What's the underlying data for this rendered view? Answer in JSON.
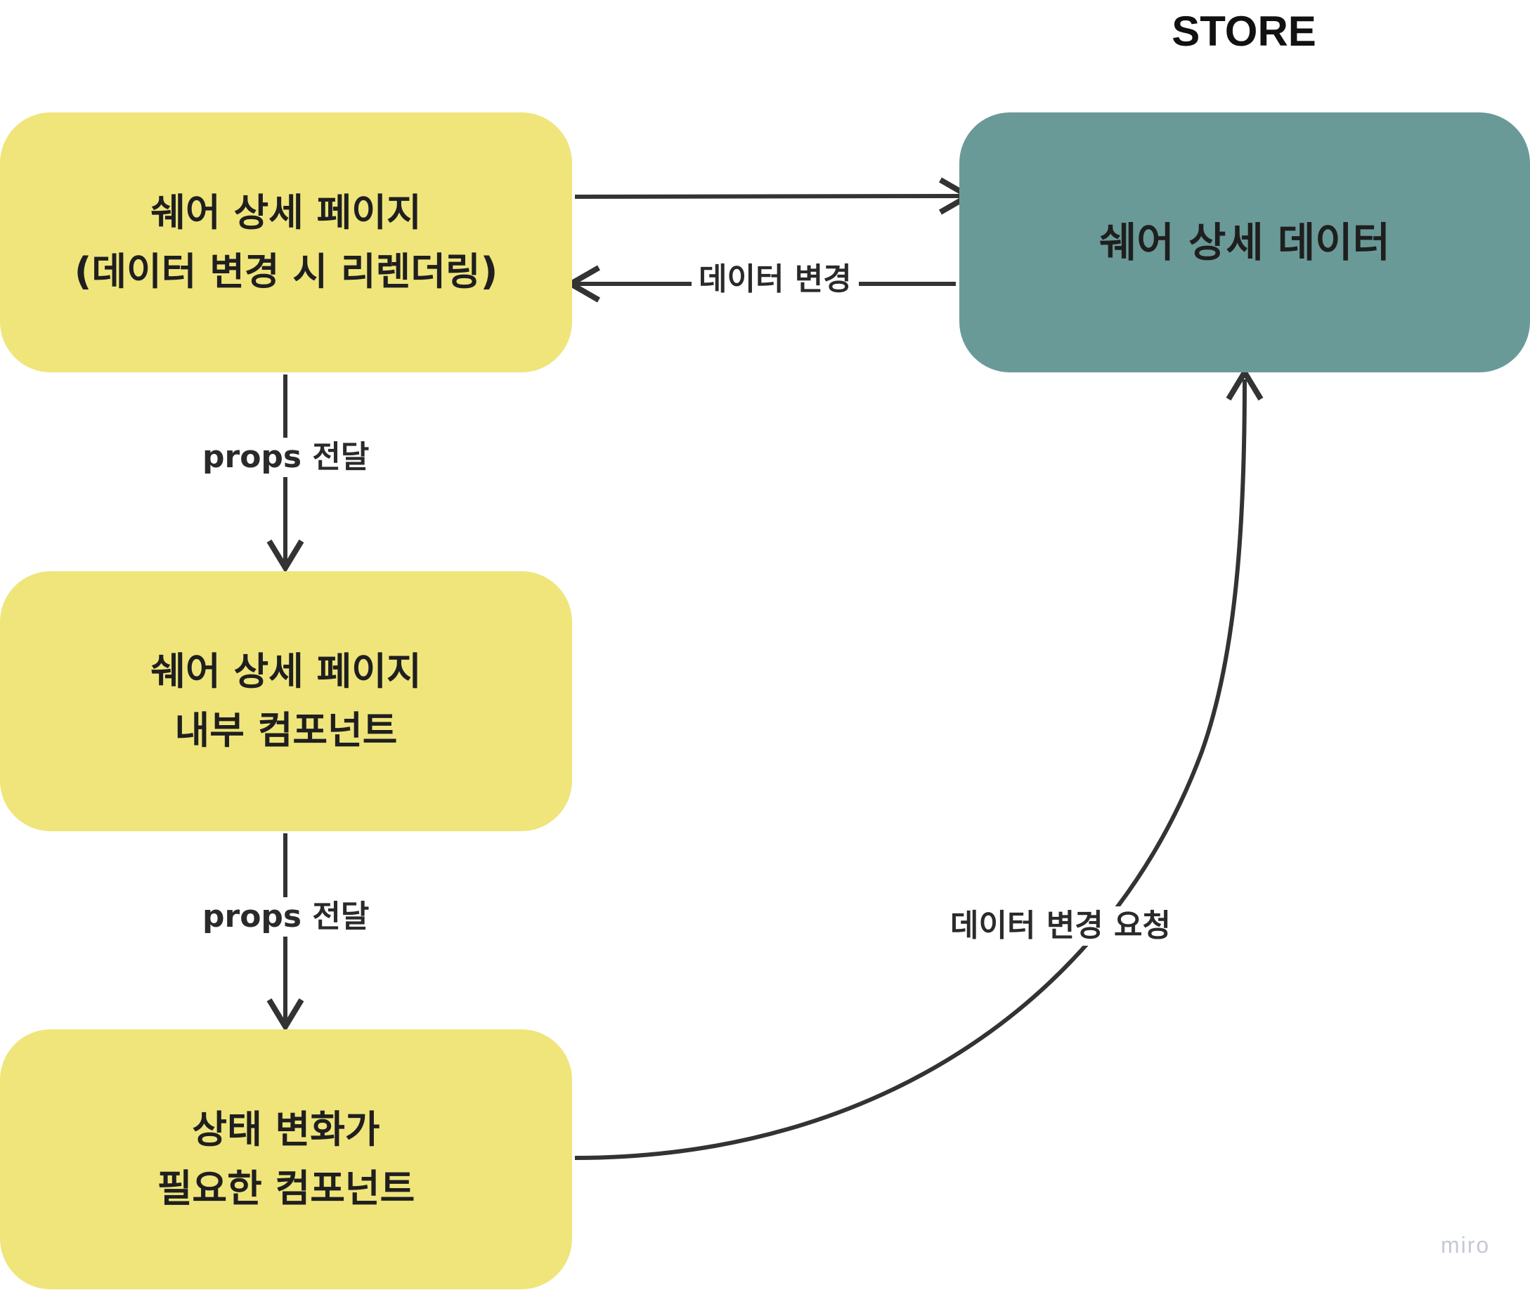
{
  "store_title": "STORE",
  "nodes": {
    "page": {
      "lines": [
        "쉐어 상세 페이지",
        "(데이터 변경 시 리렌더링)"
      ]
    },
    "inner": {
      "lines": [
        "쉐어 상세 페이지",
        "내부 컴포넌트"
      ]
    },
    "state": {
      "lines": [
        "상태 변화가",
        "필요한 컴포넌트"
      ]
    },
    "store": {
      "lines": [
        "쉐어 상세 데이터"
      ]
    }
  },
  "edges": {
    "props_1": "props 전달",
    "props_2": "props 전달",
    "data_change": "데이터 변경",
    "data_change_request": "데이터 변경 요청"
  },
  "watermark": "miro",
  "colors": {
    "yellow_node": "#efe57b",
    "teal_node": "#6a9a97",
    "arrow": "#333333"
  }
}
